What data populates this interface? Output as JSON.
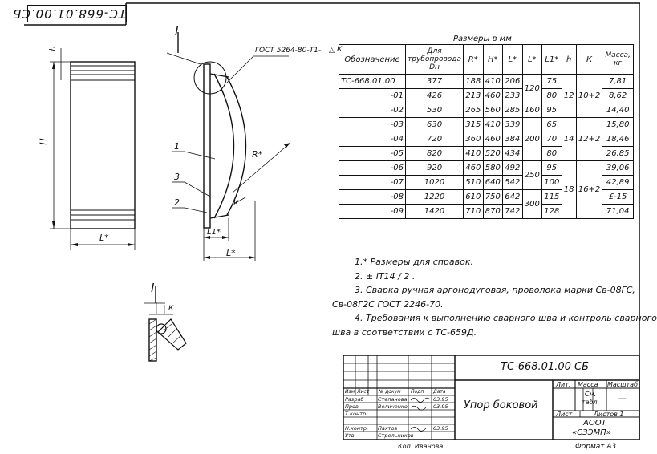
{
  "stamp_code": "ТС-668.01.00.СБ",
  "drawing": {
    "callout_section": "I",
    "callout_detail": "I",
    "weld_standard": "ГОСТ 5264-80-Т1-",
    "weld_triangle": "К",
    "dim_H": "H",
    "dim_h": "h",
    "dim_L_left": "L*",
    "dim_R": "R*",
    "dim_L1": "L1*",
    "dim_L": "L*",
    "dim_K": "К",
    "pos_1": "1",
    "pos_2": "2",
    "pos_3": "3"
  },
  "table": {
    "caption": "Размеры в мм",
    "headers": [
      "Обозначение",
      "Для трубопровода Dн",
      "R*",
      "H*",
      "L*",
      "L*",
      "L1*",
      "h",
      "К",
      "Масса, кг"
    ],
    "rows": [
      {
        "oboz": "ТС-668.01.00",
        "dn": "377",
        "r": "188",
        "hh": "410",
        "l": "206",
        "mass": "7,81"
      },
      {
        "oboz": "-01",
        "dn": "426",
        "r": "213",
        "hh": "460",
        "l": "233",
        "mass": "8,62"
      },
      {
        "oboz": "-02",
        "dn": "530",
        "r": "265",
        "hh": "560",
        "l": "285",
        "mass": "14,40"
      },
      {
        "oboz": "-03",
        "dn": "630",
        "r": "315",
        "hh": "410",
        "l": "339",
        "mass": "15,80"
      },
      {
        "oboz": "-04",
        "dn": "720",
        "r": "360",
        "hh": "460",
        "l": "384",
        "mass": "18,46"
      },
      {
        "oboz": "-05",
        "dn": "820",
        "r": "410",
        "hh": "520",
        "l": "434",
        "mass": "26,85"
      },
      {
        "oboz": "-06",
        "dn": "920",
        "r": "460",
        "hh": "580",
        "l": "492",
        "mass": "39,06"
      },
      {
        "oboz": "-07",
        "dn": "1020",
        "r": "510",
        "hh": "640",
        "l": "542",
        "mass": "42,89"
      },
      {
        "oboz": "-08",
        "dn": "1220",
        "r": "610",
        "hh": "750",
        "l": "642",
        "mass": "£-15"
      },
      {
        "oboz": "-09",
        "dn": "1420",
        "r": "710",
        "hh": "870",
        "l": "742",
        "mass": "71,04"
      }
    ],
    "l1": [
      "75",
      "80",
      "95",
      "65",
      "70",
      "80",
      "95",
      "100",
      "115",
      "128"
    ],
    "l_group": [
      "120",
      "160",
      "200",
      "250",
      "300"
    ],
    "h_group": [
      "12",
      "14",
      "18"
    ],
    "k_group": [
      "10+2",
      "12+2",
      "16+2"
    ]
  },
  "notes": [
    "1.* Размеры для справок.",
    "2. ± IT14 / 2 .",
    "3. Сварка ручная аргонодуговая, проволока марки Св-08ГС,",
    "Св-08Г2С ГОСТ 2246-70.",
    "4. Требования к выполнению сварного шва и контроль сварного",
    "шва в соответствии с ТС-659Д."
  ],
  "title_block": {
    "designation": "ТС-668.01.00 СБ",
    "name": "Упор боковой",
    "hdr_lit": "Лит.",
    "hdr_mass": "Масса",
    "hdr_scale": "Масштаб",
    "mass_value": "См. табл.",
    "scale_value": "—",
    "sheet": "Лист",
    "sheets": "Листов 1",
    "org_1": "АООТ",
    "org_2": "«СЗЭМП»",
    "col_izm": "Изм",
    "col_list": "Лист",
    "col_doc": "№ докум",
    "col_sign": "Подп",
    "col_date": "Дата",
    "r_razrab": "Разраб",
    "r_prov": "Пров",
    "r_tkontr": "Т.контр.",
    "r_nkontr": "Н.контр.",
    "r_utv": "Утв.",
    "n_razrab": "Степанова",
    "n_prov": "Величенко",
    "n_nkontr": "Пахтов",
    "n_utv": "Стрельников",
    "d_razrab": "03.95",
    "d_prov": "03.95",
    "d_nkontr": "03.95",
    "copied": "Коп. Иванова",
    "format": "Формат А3"
  }
}
